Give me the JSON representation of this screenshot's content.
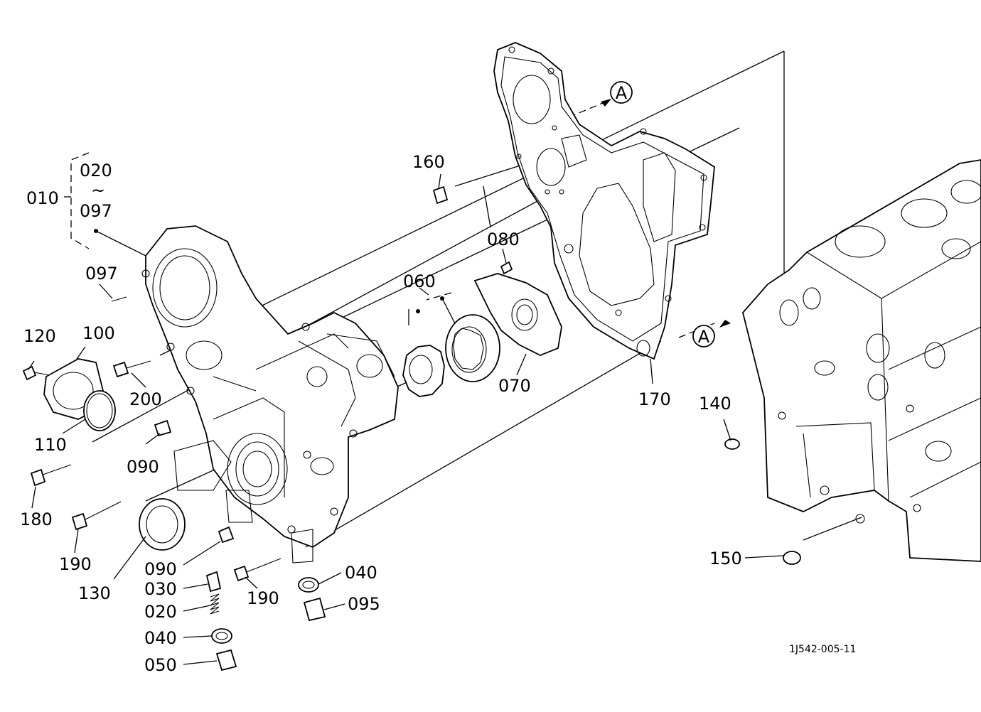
{
  "labels": {
    "p010": "010",
    "p020_range": "020",
    "tilde": "~",
    "p097_range": "097",
    "p097": "097",
    "p120": "120",
    "p100": "100",
    "p200": "200",
    "p110": "110",
    "p090a": "090",
    "p180": "180",
    "p190a": "190",
    "p130": "130",
    "p090b": "090",
    "p030": "030",
    "p020": "020",
    "p040a": "040",
    "p050": "050",
    "p190b": "190",
    "p040b": "040",
    "p095": "095",
    "p060": "060",
    "p070": "070",
    "p080": "080",
    "p160": "160",
    "p170": "170",
    "p140": "140",
    "p150": "150",
    "refA1": "A",
    "refA2": "A"
  },
  "drawing_code": "1J542-005-11"
}
